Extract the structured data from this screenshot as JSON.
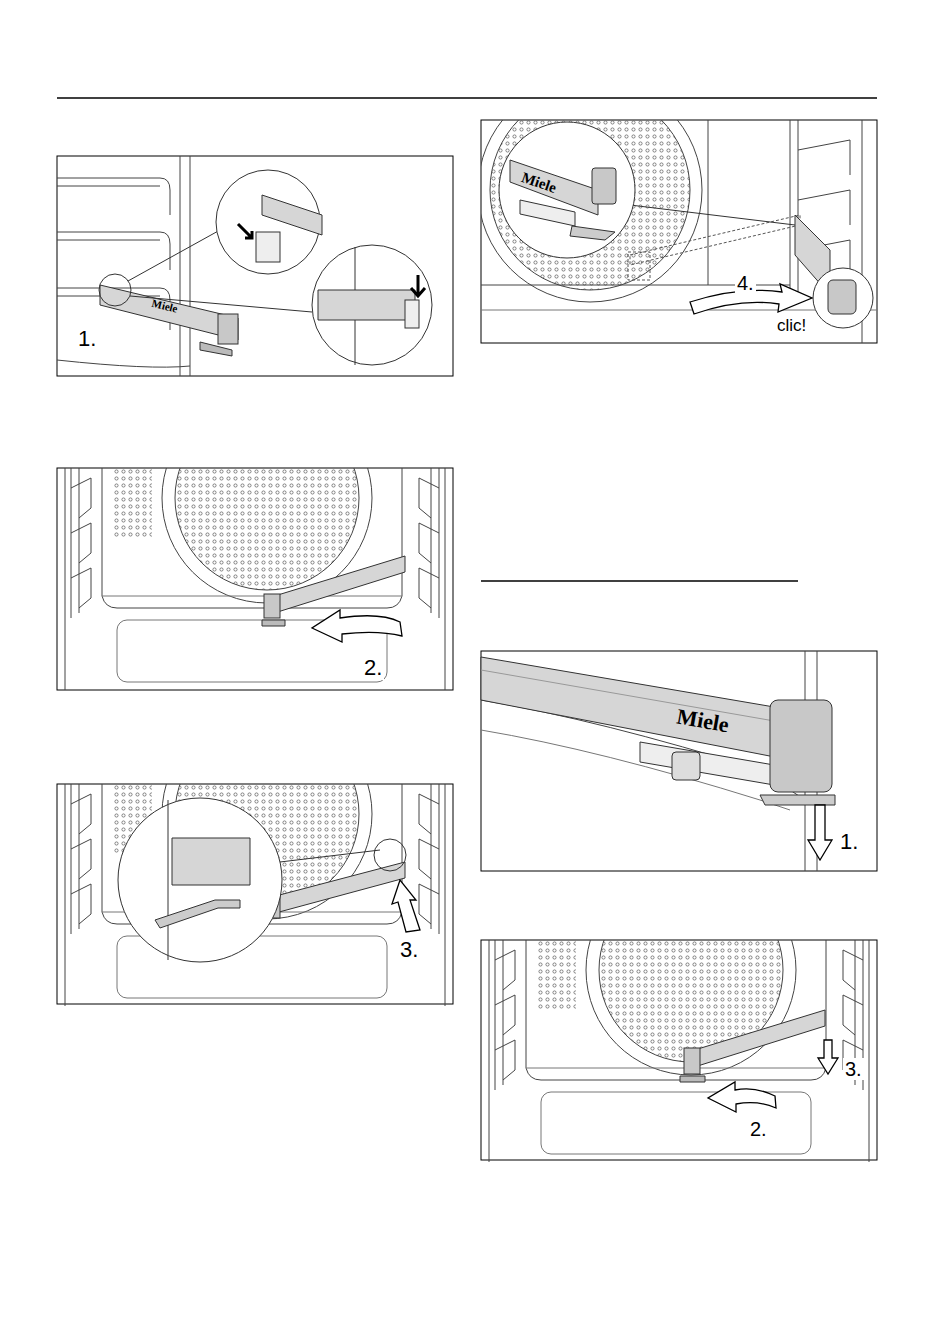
{
  "diagram": {
    "labels": [
      "1.",
      "Miele",
      "2.",
      "3.",
      "Miele",
      "4.",
      "clic!",
      "Miele",
      "1.",
      "3.",
      "2."
    ]
  }
}
